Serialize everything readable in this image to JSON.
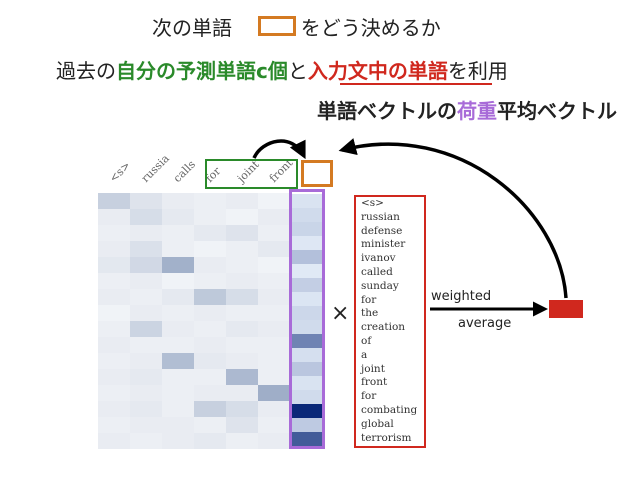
{
  "header": {
    "line1_before": "次の単語",
    "line1_after": "をどう決めるか",
    "line2_a": "過去の",
    "line2_b": "自分の予測単語c個",
    "line2_c": "と",
    "line2_d": "入力文中の単語",
    "line2_e": "を利用",
    "line3_a": "単語ベクトルの",
    "line3_b": "荷重",
    "line3_c": "平均ベクトル"
  },
  "columns": [
    "<s>",
    "russia",
    "calls",
    "for",
    "joint",
    "front"
  ],
  "source_words": [
    "<s>",
    "russian",
    "defense",
    "minister",
    "ivanov",
    "called",
    "sunday",
    "for",
    "the",
    "creation",
    "of",
    "a",
    "joint",
    "front",
    "for",
    "combating",
    "global",
    "terrorism"
  ],
  "operator": "×",
  "weighted_label": "weighted",
  "average_label": "average",
  "colors": {
    "green": "#2a8a2a",
    "red": "#d0281e",
    "orange": "#d47a22",
    "purple": "#a86bd8"
  },
  "attention_weights": [
    0.08,
    0.12,
    0.15,
    0.06,
    0.25,
    0.05,
    0.18,
    0.07,
    0.14,
    0.12,
    0.55,
    0.1,
    0.22,
    0.08,
    0.12,
    1.0,
    0.2,
    0.75
  ]
}
